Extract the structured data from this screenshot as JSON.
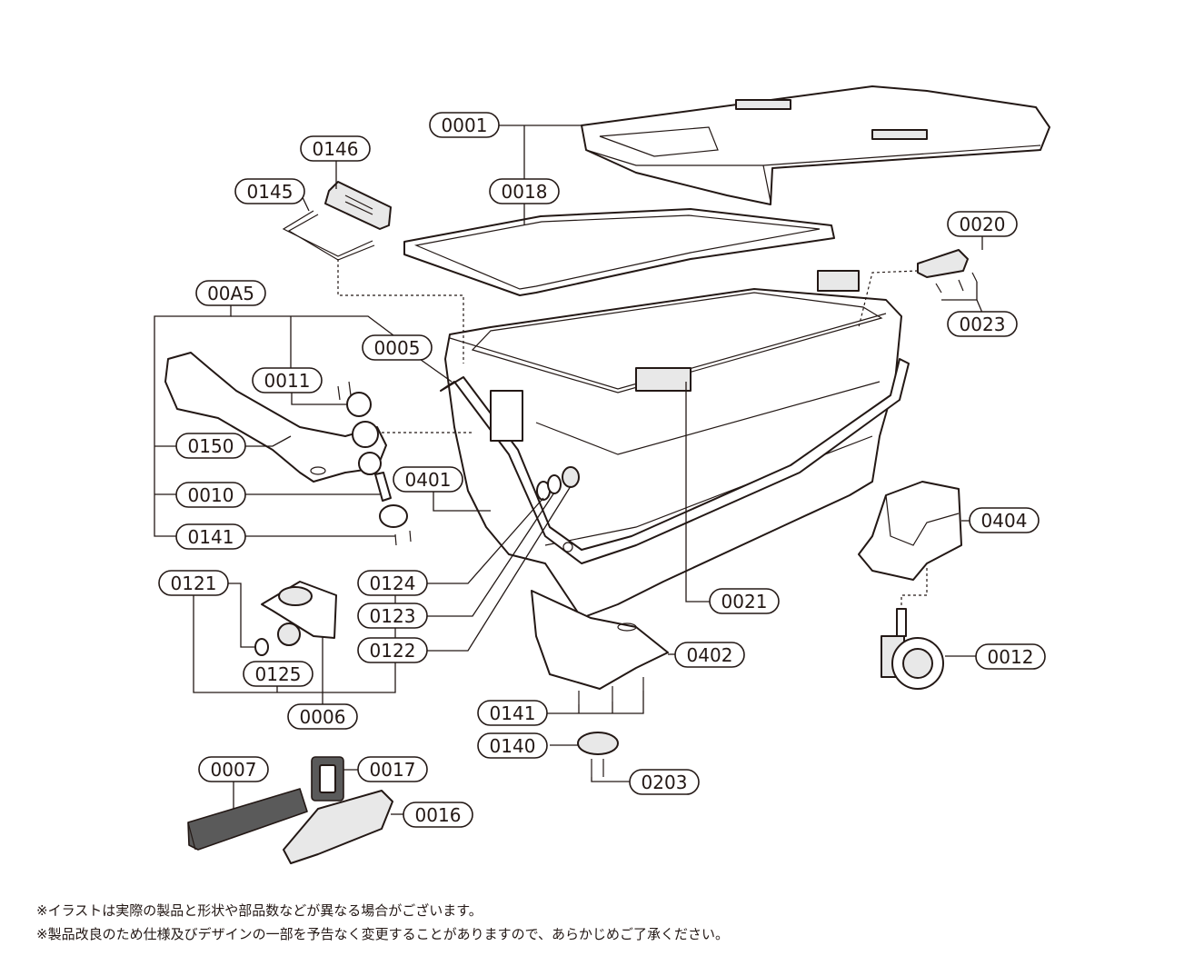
{
  "parts": [
    {
      "id": "p0001",
      "label": "0001"
    },
    {
      "id": "p0018",
      "label": "0018"
    },
    {
      "id": "p0146",
      "label": "0146"
    },
    {
      "id": "p0145",
      "label": "0145"
    },
    {
      "id": "p0020",
      "label": "0020"
    },
    {
      "id": "p0023",
      "label": "0023"
    },
    {
      "id": "p00A5",
      "label": "00A5"
    },
    {
      "id": "p0005",
      "label": "0005"
    },
    {
      "id": "p0011",
      "label": "0011"
    },
    {
      "id": "p0150",
      "label": "0150"
    },
    {
      "id": "p0010",
      "label": "0010"
    },
    {
      "id": "p0401",
      "label": "0401"
    },
    {
      "id": "p0141a",
      "label": "0141"
    },
    {
      "id": "p0404",
      "label": "0404"
    },
    {
      "id": "p0121",
      "label": "0121"
    },
    {
      "id": "p0124",
      "label": "0124"
    },
    {
      "id": "p0123",
      "label": "0123"
    },
    {
      "id": "p0122",
      "label": "0122"
    },
    {
      "id": "p0021",
      "label": "0021"
    },
    {
      "id": "p0125",
      "label": "0125"
    },
    {
      "id": "p0402",
      "label": "0402"
    },
    {
      "id": "p0012",
      "label": "0012"
    },
    {
      "id": "p0006",
      "label": "0006"
    },
    {
      "id": "p0141b",
      "label": "0141"
    },
    {
      "id": "p0140",
      "label": "0140"
    },
    {
      "id": "p0007",
      "label": "0007"
    },
    {
      "id": "p0017",
      "label": "0017"
    },
    {
      "id": "p0203",
      "label": "0203"
    },
    {
      "id": "p0016",
      "label": "0016"
    }
  ],
  "notes": [
    "※イラストは実際の製品と形状や部品数などが異なる場合がございます。",
    "※製品改良のため仕様及びデザインの一部を予告なく変更することがありますので、あらかじめご了承ください。"
  ]
}
